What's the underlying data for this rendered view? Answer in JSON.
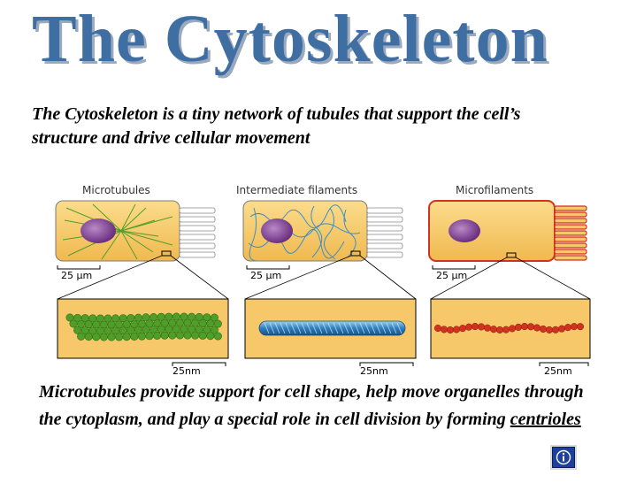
{
  "title": "The Cytoskeleton",
  "intro_text": "The Cytoskeleton is a tiny network of tubules that support the cell’s structure and drive cellular movement",
  "figure": {
    "panels": [
      {
        "label": "Microtubules",
        "cell_scale": "25 µm",
        "detail_scale": "25nm"
      },
      {
        "label": "Intermediate filaments",
        "cell_scale": "25 µm",
        "detail_scale": "25nm"
      },
      {
        "label": "Microfilaments",
        "cell_scale": "25 µm",
        "detail_scale": "25nm"
      }
    ]
  },
  "outro": {
    "text": "Microtubules provide support for cell shape, help move organelles through the cytoplasm, and play a special role in cell division by forming ",
    "link": "centrioles"
  },
  "info_button": {
    "icon": "info-icon"
  },
  "colors": {
    "title": "#3f6ea3",
    "cell_fill": "#f6c86a",
    "nucleus": "#8b4f9e",
    "microtubule": "#4f9e2a",
    "intermediate_filament": "#3d8fc7",
    "microfilament": "#d0331f"
  }
}
